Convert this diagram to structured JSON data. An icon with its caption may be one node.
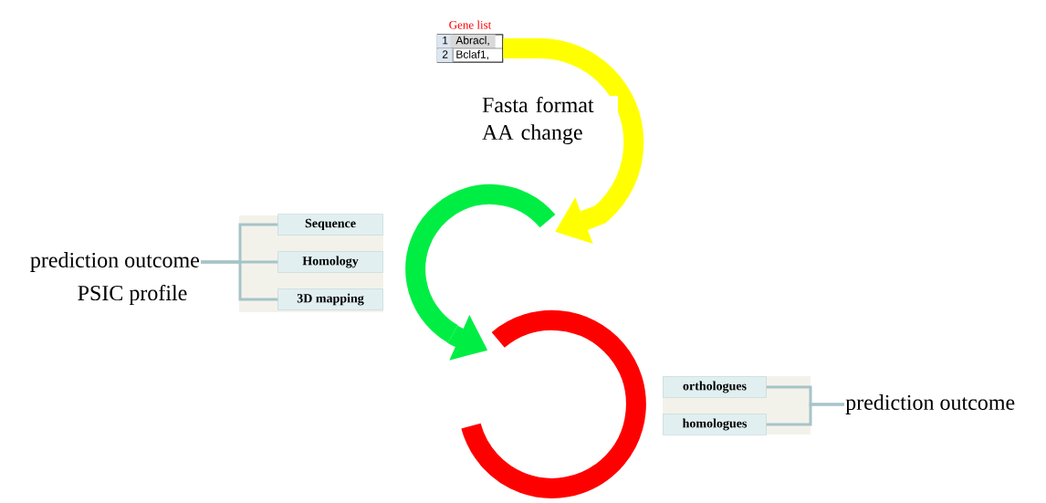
{
  "diagram": {
    "nodes": [
      {
        "text": [
          "Gene list",
          "1",
          "Abracl,",
          "2",
          "Bclaf1,"
        ]
      },
      {
        "text": [],
        "shape": "circle"
      },
      {
        "text": [],
        "shape": "circle"
      },
      {
        "text": [],
        "shape": "box"
      },
      {
        "text": [
          "Sequence"
        ],
        "in": 3
      },
      {
        "text": [
          "Homology"
        ],
        "in": 3
      },
      {
        "text": [
          "3D mapping"
        ],
        "in": 3
      },
      {
        "text": [
          "prediction outcome",
          "PSIC profile"
        ]
      },
      {
        "text": [],
        "shape": "box"
      },
      {
        "text": [
          "orthologues"
        ],
        "in": 8
      },
      {
        "text": [
          "homologues"
        ],
        "in": 8
      },
      {
        "text": [
          "prediction outcome"
        ]
      }
    ],
    "edges": [
      {
        "from": 0,
        "to": 1,
        "arrow": "to",
        "label": "Fasta format AA change",
        "style": "thick",
        "color": "#ffff00"
      },
      {
        "from": 1,
        "to": 2,
        "arrow": "to",
        "style": "thick",
        "color": "#00ee44"
      },
      {
        "from": 7,
        "to": 4,
        "arrow": "none"
      },
      {
        "from": 7,
        "to": 5,
        "arrow": "none"
      },
      {
        "from": 7,
        "to": 6,
        "arrow": "none"
      },
      {
        "from": 9,
        "to": 11,
        "arrow": "none"
      },
      {
        "from": 10,
        "to": 11,
        "arrow": "none"
      }
    ]
  }
}
